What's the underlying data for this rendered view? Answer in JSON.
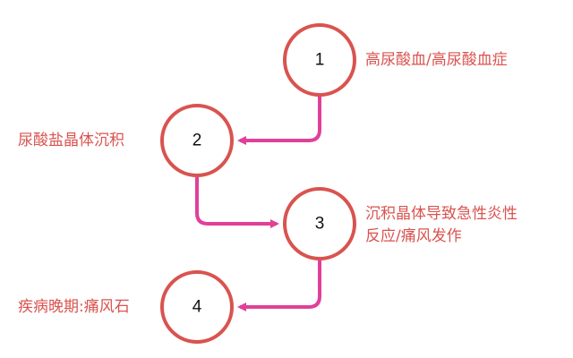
{
  "colors": {
    "circle_stroke": "#d9534f",
    "arrow": "#e0409a",
    "label": "#d9534f"
  },
  "steps": [
    {
      "number": "1",
      "label": "高尿酸血/高尿酸血症"
    },
    {
      "number": "2",
      "label": "尿酸盐晶体沉积"
    },
    {
      "number": "3",
      "label_line1": "沉积晶体导致急性炎性",
      "label_line2": "反应/痛风发作"
    },
    {
      "number": "4",
      "label": "疾病晚期:痛风石"
    }
  ]
}
